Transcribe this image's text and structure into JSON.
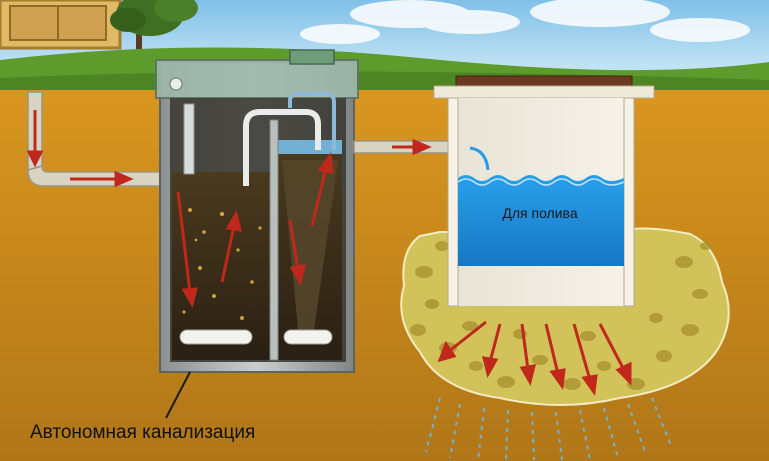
{
  "labels": {
    "water_tank": "Для полива",
    "caption": "Автономная канализация"
  },
  "colors": {
    "sky": "#a9d6ee",
    "grass": "#5e9b2d",
    "soil": "#c8891f",
    "water": "#1f8fd8",
    "arrow": "#c0281c",
    "filter_bed": "#d2c25a"
  },
  "icons": [
    "house",
    "tree",
    "septic-tank",
    "pipe",
    "filtration-well",
    "flow-arrow"
  ]
}
